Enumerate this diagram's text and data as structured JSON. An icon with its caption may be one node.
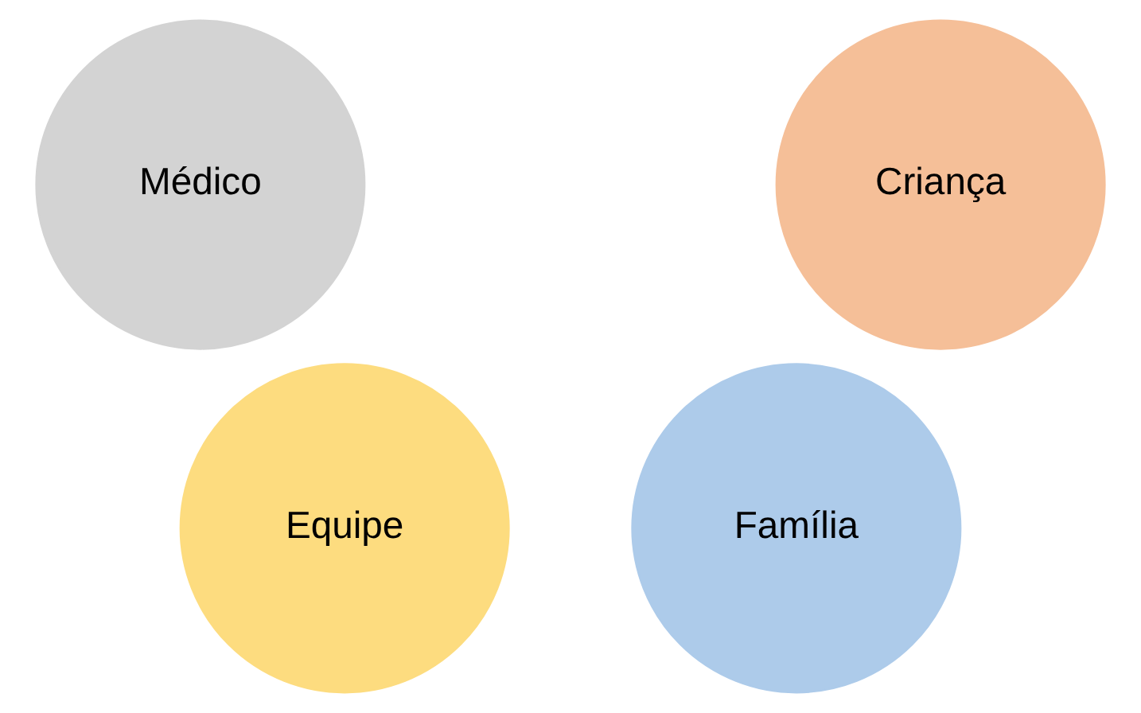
{
  "diagram": {
    "nodes": [
      {
        "text": [
          "Médico"
        ]
      },
      {
        "text": [
          "Criança"
        ]
      },
      {
        "text": [
          "Equipe"
        ]
      },
      {
        "text": [
          "Família"
        ]
      }
    ]
  }
}
